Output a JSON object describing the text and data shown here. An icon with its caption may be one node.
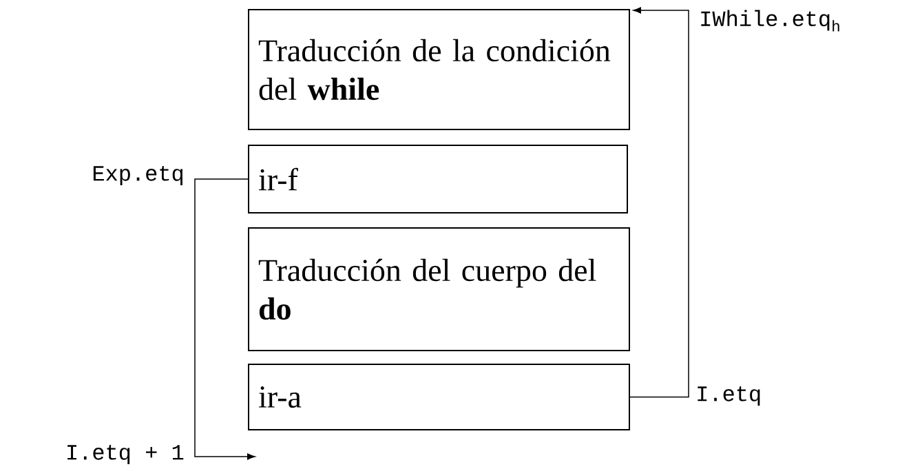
{
  "diagram": {
    "nodes": [
      {
        "text": [
          "Traducción de la condición del **while**"
        ]
      },
      {
        "text": [
          "ir-f"
        ]
      },
      {
        "text": [
          "Traducción del cuerpo del **do**"
        ]
      },
      {
        "text": [
          "ir-a"
        ]
      }
    ],
    "edges": [
      {
        "from": 3,
        "to": 0,
        "arrow": "to"
      },
      {
        "from": 1,
        "to": null,
        "arrow": "to"
      }
    ],
    "labels": [
      "IWhile.etq$_{h}$",
      "Exp.etq",
      "I.etq",
      "I.etq + 1"
    ]
  }
}
